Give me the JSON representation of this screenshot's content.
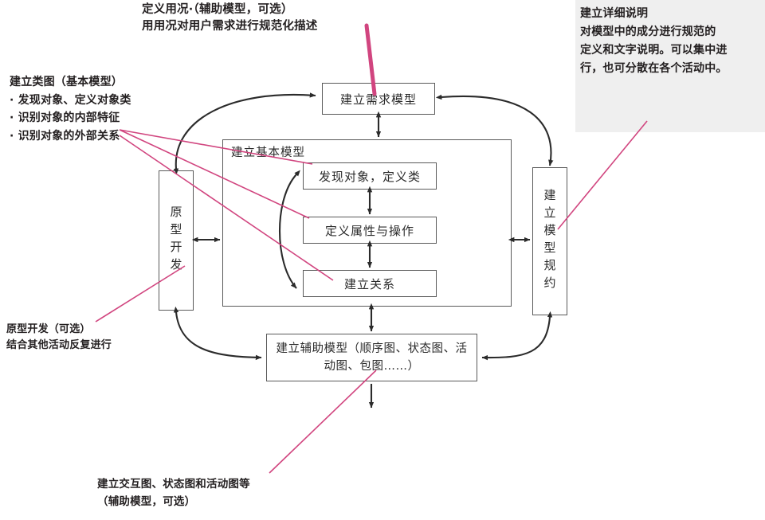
{
  "diagram": {
    "title_note_top": "定义用况·（辅助模型，可选）\n用用况对用户需求进行规范化描述",
    "note_left": "建立类图（基本模型）\n· 发现对象、定义对象类\n· 识别对象的内部特征\n· 识别对象的外部关系",
    "note_prototype": "原型开发（可选）\n结合其他活动反复进行",
    "note_bottom": "建立交互图、状态图和活动图等\n（辅助模型，可选）",
    "note_right": "建立详细说明\n对模型中的成分进行规范的\n定义和文字说明。可以集中进\n行，也可分散在各个活动中。",
    "boxes": {
      "requirement_model": "建立需求模型",
      "prototype_development": "原型开发",
      "model_specification": "建立模型规约",
      "basic_model_group": "建立基本模型",
      "discover_objects": "发现对象，定义类",
      "define_attributes": "定义属性与操作",
      "build_relations": "建立关系",
      "auxiliary_model": "建立辅助模型（顺序图、状态图、活动图、包图……）"
    },
    "colors": {
      "box_border": "#5a5a5a",
      "arrow": "#2b2b2b",
      "leader_line": "#d1457f",
      "note_background": "#efefef",
      "text": "#231f20"
    }
  }
}
